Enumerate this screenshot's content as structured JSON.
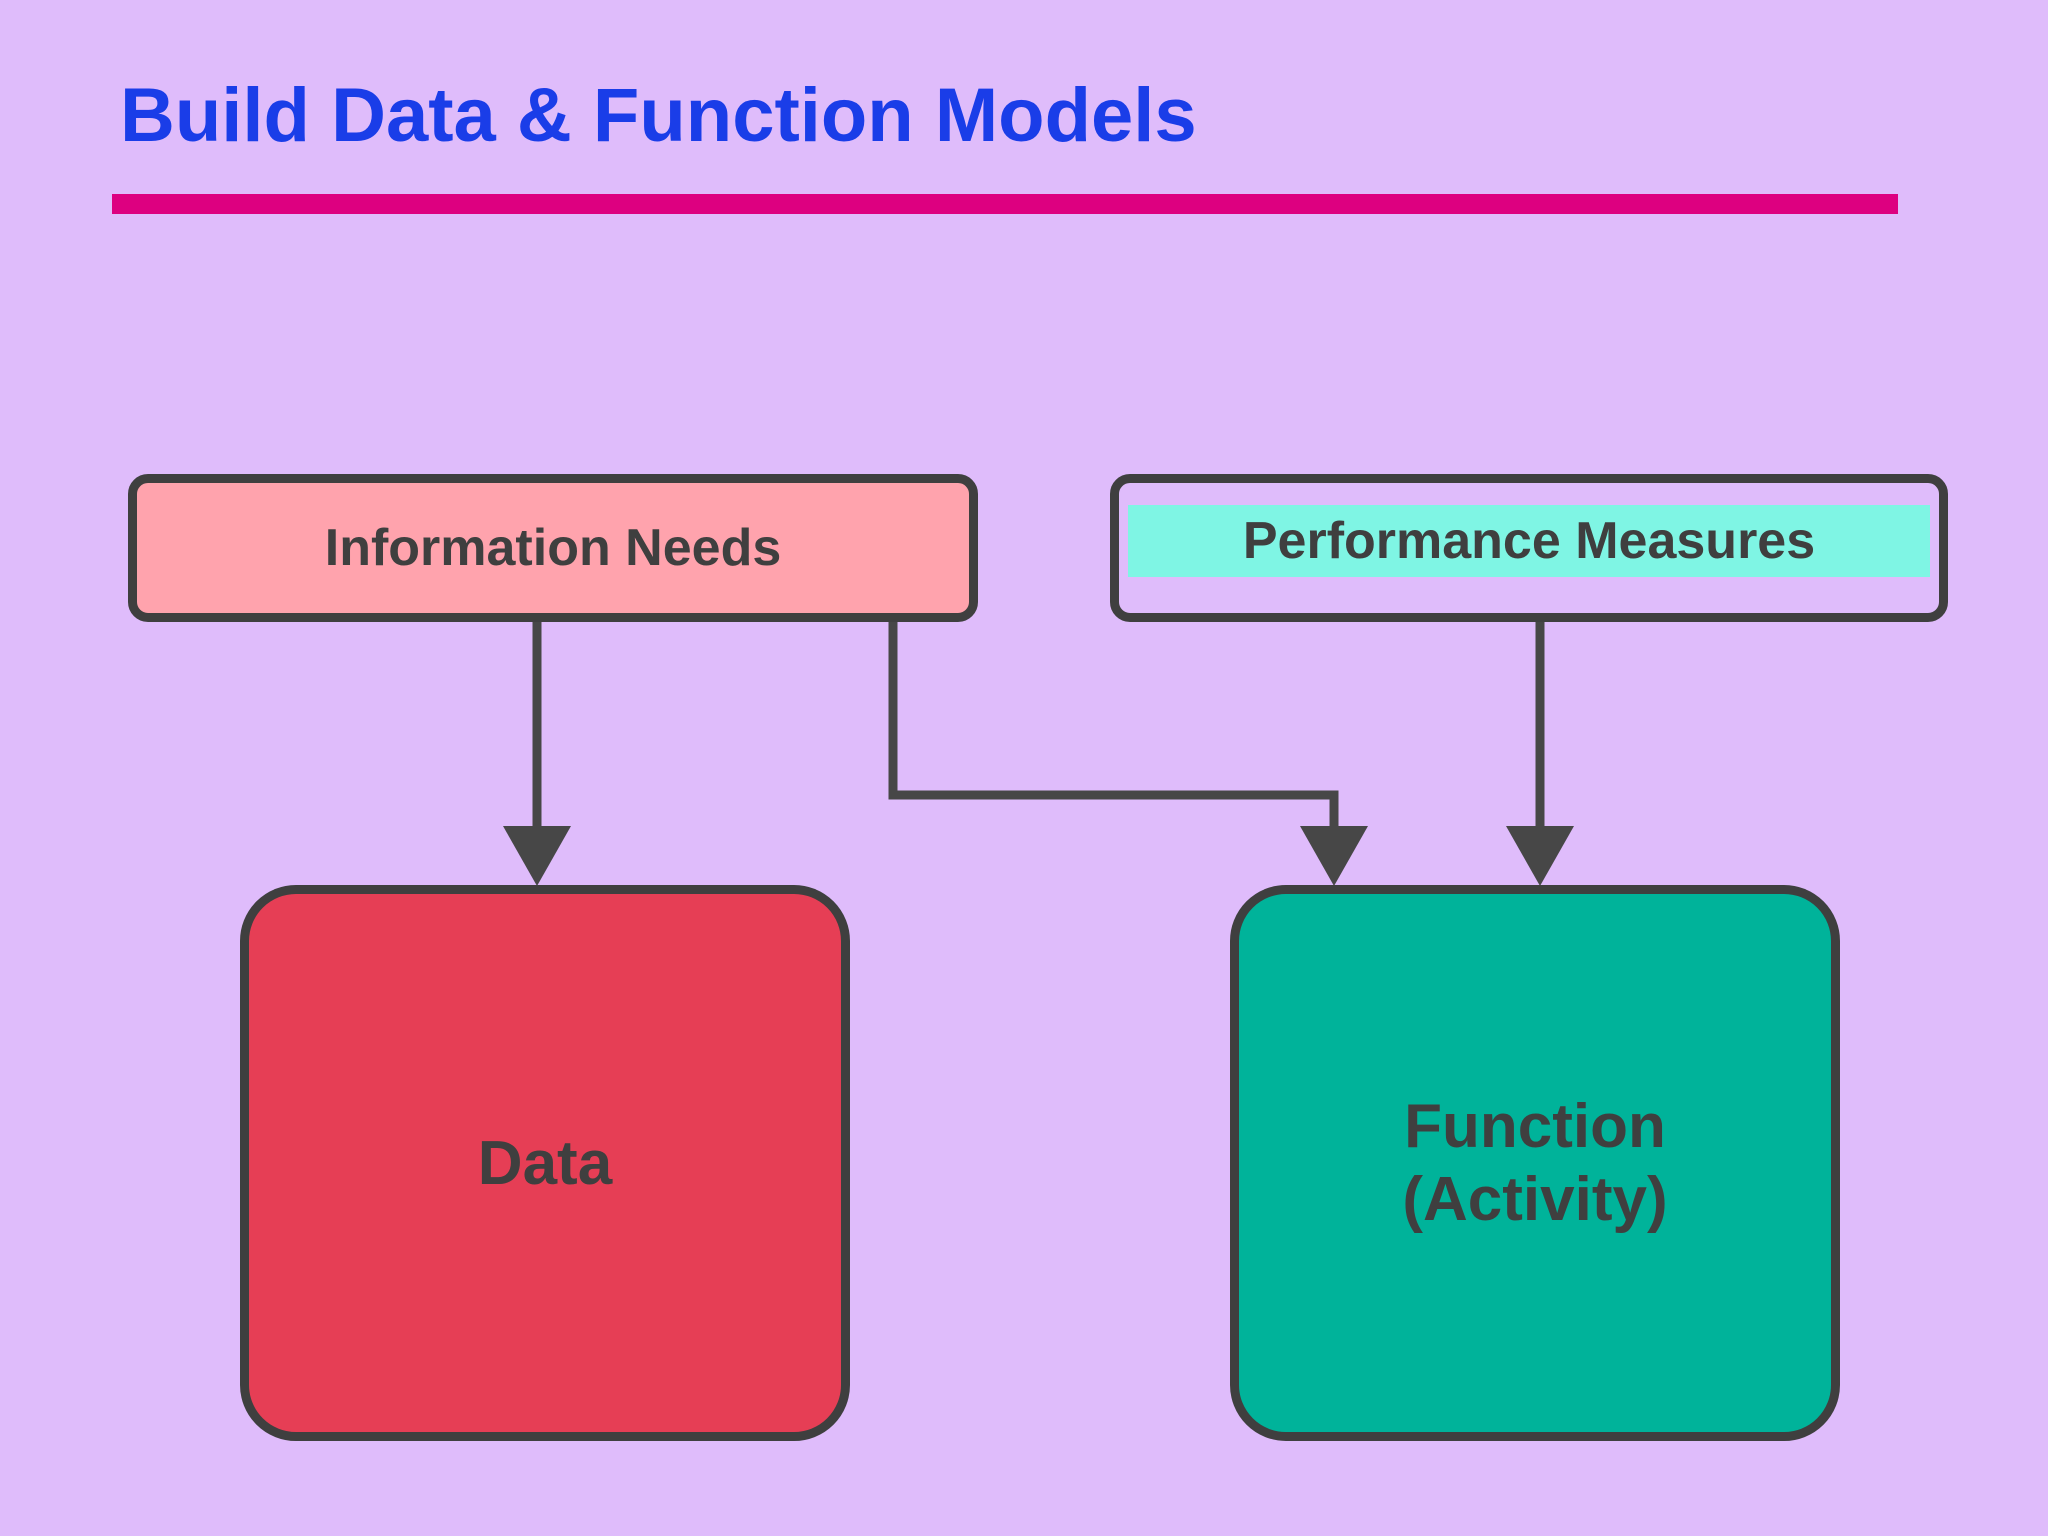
{
  "slide": {
    "title": "Build Data & Function Models",
    "background_color": "#DFBCFB",
    "title_color": "#1A3DE8",
    "rule_color": "#DD0080"
  },
  "diagram": {
    "type": "flow-diagram",
    "nodes": [
      {
        "id": "information-needs",
        "label": "Information Needs",
        "fill": "#FFA3AD",
        "border": "#3F3F3F",
        "shape": "rounded-rectangle",
        "role": "input"
      },
      {
        "id": "performance-measures",
        "label": "Performance Measures",
        "fill": "#7FF5E4",
        "border": "#3F3F3F",
        "shape": "rounded-rectangle",
        "role": "input"
      },
      {
        "id": "data",
        "label": "Data",
        "fill": "#E63E55",
        "border": "#3F3F3F",
        "shape": "rounded-square",
        "role": "model"
      },
      {
        "id": "function",
        "label": "Function\n(Activity)",
        "fill": "#00B39A",
        "border": "#3F3F3F",
        "shape": "rounded-square",
        "role": "model"
      }
    ],
    "edges": [
      {
        "from": "information-needs",
        "to": "data",
        "style": "straight-arrow-down"
      },
      {
        "from": "information-needs",
        "to": "function",
        "style": "elbow-arrow"
      },
      {
        "from": "performance-measures",
        "to": "function",
        "style": "straight-arrow-down"
      }
    ],
    "connector_color": "#474747"
  }
}
